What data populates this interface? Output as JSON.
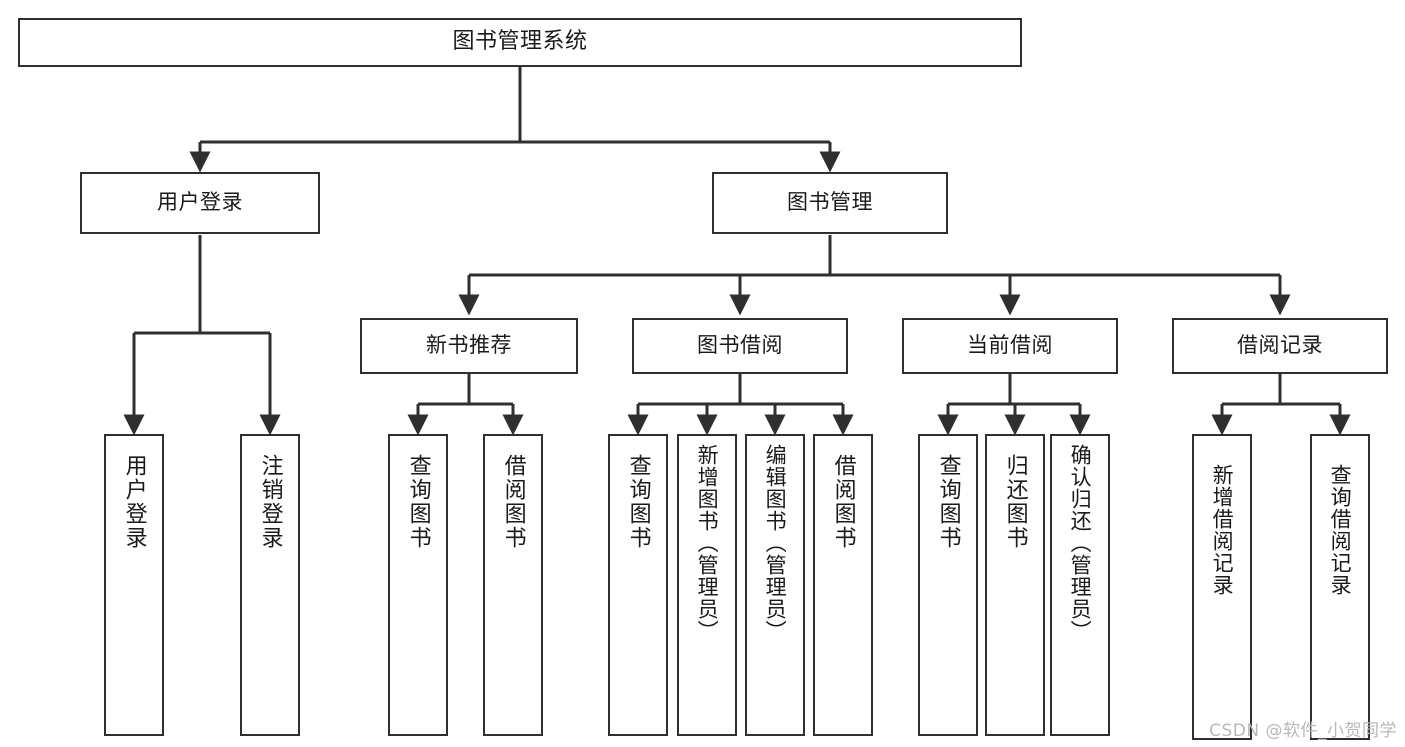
{
  "diagram": {
    "title": "图书管理系统",
    "type": "tree",
    "watermark": "CSDN @软件_小贺同学",
    "colors": {
      "box_border": "#2f2f2f",
      "connector": "#2f2f2f",
      "background": "#ffffff",
      "text": "#1a1a1a",
      "watermark": "#b8b8b8"
    },
    "root": {
      "label": "图书管理系统"
    },
    "level2": [
      {
        "label": "用户登录"
      },
      {
        "label": "图书管理"
      }
    ],
    "level3": [
      {
        "label": "新书推荐"
      },
      {
        "label": "图书借阅"
      },
      {
        "label": "当前借阅"
      },
      {
        "label": "借阅记录"
      }
    ],
    "leaves": {
      "user_login": [
        {
          "label": "用户登录"
        },
        {
          "label": "注销登录"
        }
      ],
      "new_book_recommend": [
        {
          "label": "查询图书"
        },
        {
          "label": "借阅图书"
        }
      ],
      "book_borrow": [
        {
          "label": "查询图书"
        },
        {
          "label": "新增图书（管理员）"
        },
        {
          "label": "编辑图书（管理员）"
        },
        {
          "label": "借阅图书"
        }
      ],
      "current_borrow": [
        {
          "label": "查询图书"
        },
        {
          "label": "归还图书"
        },
        {
          "label": "确认归还（管理员）"
        }
      ],
      "borrow_record": [
        {
          "label": "新增借阅记录"
        },
        {
          "label": "查询借阅记录"
        }
      ]
    }
  }
}
